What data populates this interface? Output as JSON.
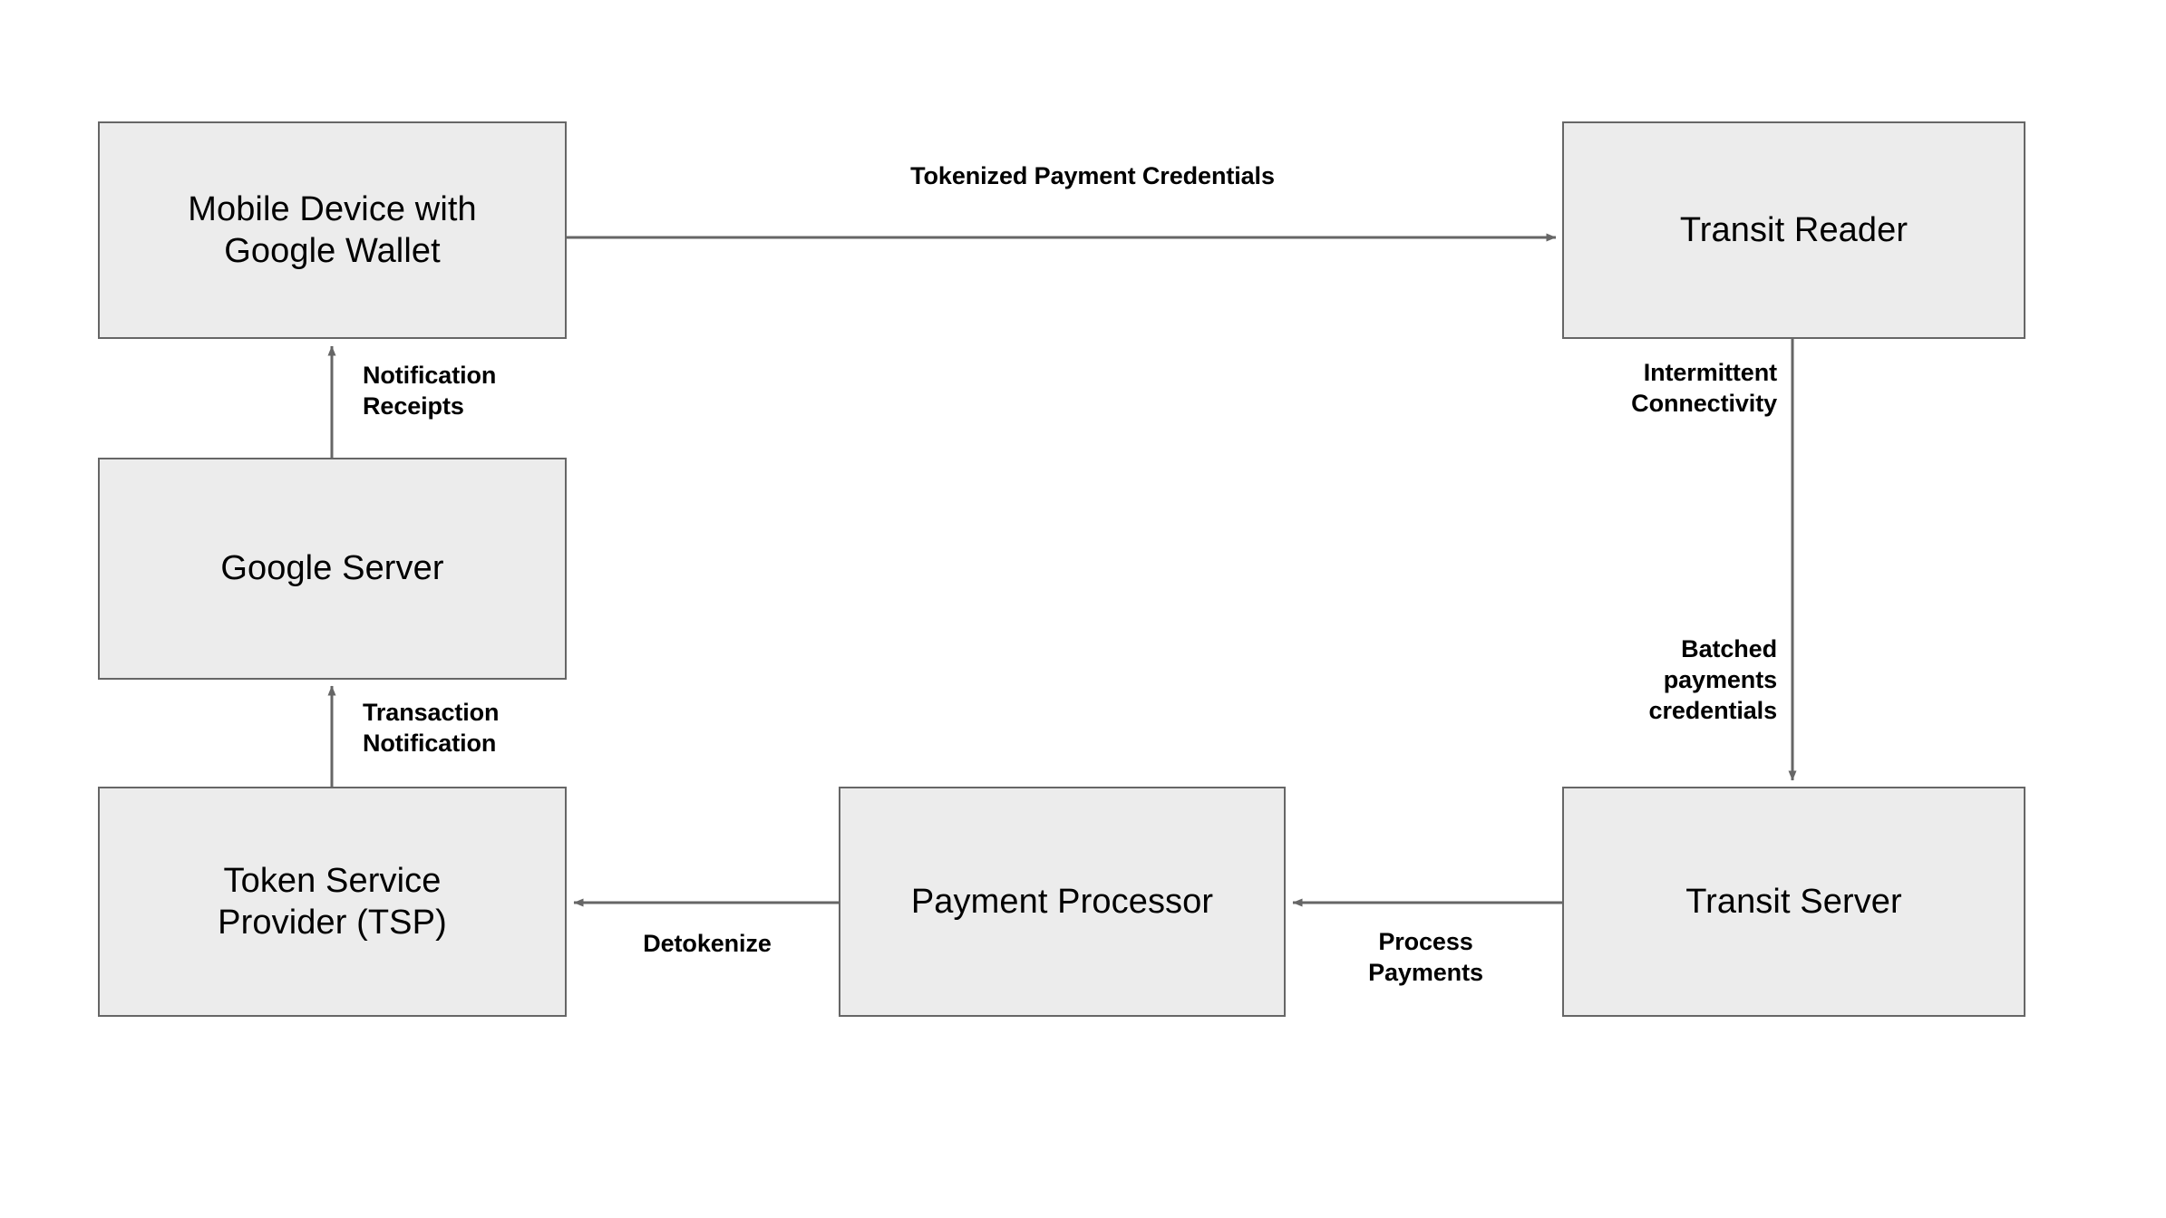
{
  "diagram": {
    "type": "flow-diagram",
    "background_color": "#ffffff",
    "node_fill_color": "#ececec",
    "node_border_color": "#666666",
    "edge_color": "#666666",
    "text_color": "#000000",
    "nodes": [
      {
        "id": "mobile-device",
        "label": "Mobile Device with\nGoogle Wallet"
      },
      {
        "id": "transit-reader",
        "label": "Transit Reader"
      },
      {
        "id": "google-server",
        "label": "Google Server"
      },
      {
        "id": "tsp",
        "label": "Token Service\nProvider (TSP)"
      },
      {
        "id": "payment-processor",
        "label": "Payment Processor"
      },
      {
        "id": "transit-server",
        "label": "Transit Server"
      }
    ],
    "edges": [
      {
        "id": "tokenized",
        "from": "mobile-device",
        "to": "transit-reader",
        "label": "Tokenized Payment Credentials",
        "direction": "right"
      },
      {
        "id": "intermittent",
        "from": "transit-reader",
        "to": "transit-server",
        "label": "Intermittent\nConnectivity",
        "direction": "down"
      },
      {
        "id": "batched",
        "from": "transit-reader",
        "to": "transit-server",
        "label": "Batched\npayments\ncredentials",
        "direction": "down"
      },
      {
        "id": "process",
        "from": "transit-server",
        "to": "payment-processor",
        "label": "Process\nPayments",
        "direction": "left"
      },
      {
        "id": "detokenize",
        "from": "payment-processor",
        "to": "tsp",
        "label": "Detokenize",
        "direction": "left"
      },
      {
        "id": "transaction",
        "from": "tsp",
        "to": "google-server",
        "label": "Transaction\nNotification",
        "direction": "up"
      },
      {
        "id": "notification",
        "from": "google-server",
        "to": "mobile-device",
        "label": "Notification\nReceipts",
        "direction": "up"
      }
    ]
  }
}
